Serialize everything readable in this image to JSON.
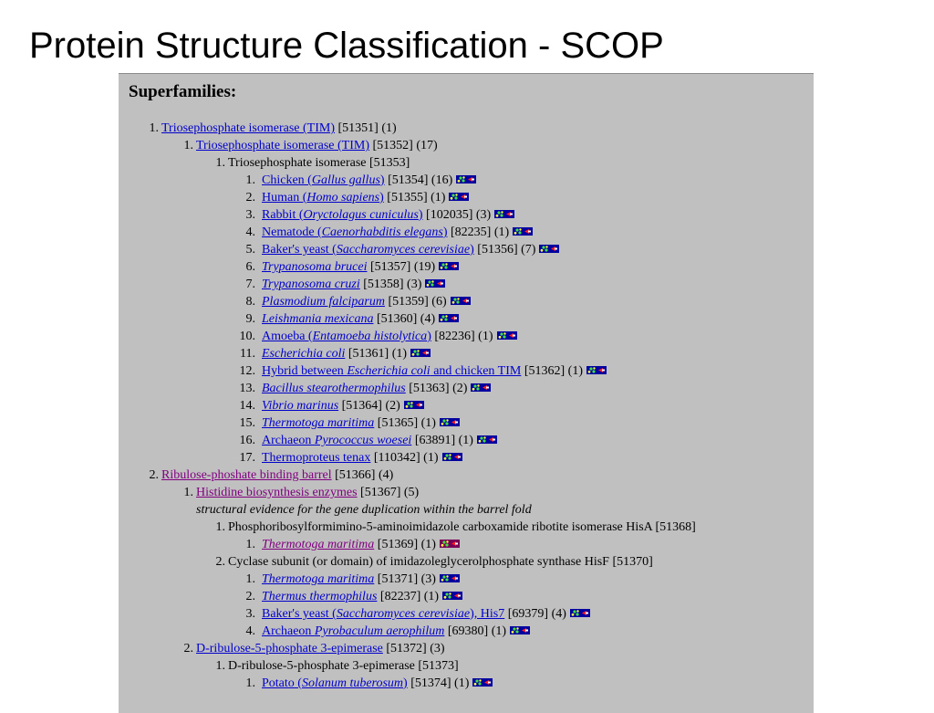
{
  "slide_title": "Protein Structure Classification - SCOP",
  "panel": {
    "heading": "Superfamilies:",
    "rows": [
      {
        "level": 0,
        "num": "1.",
        "parts": [
          {
            "t": "Triosephosphate isomerase (TIM)",
            "link": true
          }
        ],
        "tail": " [51351] (1)"
      },
      {
        "level": 1,
        "num": "1.",
        "parts": [
          {
            "t": "Triosephosphate isomerase (TIM)",
            "link": true
          }
        ],
        "tail": " [51352] (17)"
      },
      {
        "level": 2,
        "num": "1.",
        "parts": [
          {
            "t": "Triosephosphate isomerase [51353]"
          }
        ],
        "tail": ""
      },
      {
        "level": 3,
        "num": "1.",
        "parts": [
          {
            "t": "Chicken (",
            "link": true
          },
          {
            "t": "Gallus gallus",
            "link": true,
            "i": true
          },
          {
            "t": ")",
            "link": true
          }
        ],
        "tail": " [51354] (16)",
        "icon": true
      },
      {
        "level": 3,
        "num": "2.",
        "parts": [
          {
            "t": "Human (",
            "link": true
          },
          {
            "t": "Homo sapiens",
            "link": true,
            "i": true
          },
          {
            "t": ")",
            "link": true
          }
        ],
        "tail": " [51355] (1)",
        "icon": true
      },
      {
        "level": 3,
        "num": "3.",
        "parts": [
          {
            "t": "Rabbit (",
            "link": true
          },
          {
            "t": "Oryctolagus cuniculus",
            "link": true,
            "i": true
          },
          {
            "t": ")",
            "link": true
          }
        ],
        "tail": " [102035] (3)",
        "icon": true
      },
      {
        "level": 3,
        "num": "4.",
        "parts": [
          {
            "t": "Nematode (",
            "link": true
          },
          {
            "t": "Caenorhabditis elegans",
            "link": true,
            "i": true
          },
          {
            "t": ")",
            "link": true
          }
        ],
        "tail": " [82235] (1)",
        "icon": true
      },
      {
        "level": 3,
        "num": "5.",
        "parts": [
          {
            "t": "Baker's yeast (",
            "link": true
          },
          {
            "t": "Saccharomyces cerevisiae",
            "link": true,
            "i": true
          },
          {
            "t": ")",
            "link": true
          }
        ],
        "tail": " [51356] (7)",
        "icon": true
      },
      {
        "level": 3,
        "num": "6.",
        "parts": [
          {
            "t": "Trypanosoma brucei",
            "link": true,
            "i": true
          }
        ],
        "tail": " [51357] (19)",
        "icon": true
      },
      {
        "level": 3,
        "num": "7.",
        "parts": [
          {
            "t": "Trypanosoma cruzi",
            "link": true,
            "i": true
          }
        ],
        "tail": " [51358] (3)",
        "icon": true
      },
      {
        "level": 3,
        "num": "8.",
        "parts": [
          {
            "t": "Plasmodium falciparum",
            "link": true,
            "i": true
          }
        ],
        "tail": " [51359] (6)",
        "icon": true
      },
      {
        "level": 3,
        "num": "9.",
        "parts": [
          {
            "t": "Leishmania mexicana",
            "link": true,
            "i": true
          }
        ],
        "tail": " [51360] (4)",
        "icon": true
      },
      {
        "level": 3,
        "num": "10.",
        "parts": [
          {
            "t": "Amoeba (",
            "link": true
          },
          {
            "t": "Entamoeba histolytica",
            "link": true,
            "i": true
          },
          {
            "t": ")",
            "link": true
          }
        ],
        "tail": " [82236] (1)",
        "icon": true
      },
      {
        "level": 3,
        "num": "11.",
        "parts": [
          {
            "t": "Escherichia coli",
            "link": true,
            "i": true
          }
        ],
        "tail": " [51361] (1)",
        "icon": true
      },
      {
        "level": 3,
        "num": "12.",
        "parts": [
          {
            "t": "Hybrid between ",
            "link": true
          },
          {
            "t": "Escherichia coli",
            "link": true,
            "i": true
          },
          {
            "t": " and chicken TIM",
            "link": true
          }
        ],
        "tail": " [51362] (1)",
        "icon": true
      },
      {
        "level": 3,
        "num": "13.",
        "parts": [
          {
            "t": "Bacillus stearothermophilus",
            "link": true,
            "i": true
          }
        ],
        "tail": " [51363] (2)",
        "icon": true
      },
      {
        "level": 3,
        "num": "14.",
        "parts": [
          {
            "t": "Vibrio marinus",
            "link": true,
            "i": true
          }
        ],
        "tail": " [51364] (2)",
        "icon": true
      },
      {
        "level": 3,
        "num": "15.",
        "parts": [
          {
            "t": "Thermotoga maritima",
            "link": true,
            "i": true
          }
        ],
        "tail": " [51365] (1)",
        "icon": true
      },
      {
        "level": 3,
        "num": "16.",
        "parts": [
          {
            "t": "Archaeon ",
            "link": true
          },
          {
            "t": "Pyrococcus woesei",
            "link": true,
            "i": true
          }
        ],
        "tail": " [63891] (1)",
        "icon": true
      },
      {
        "level": 3,
        "num": "17.",
        "parts": [
          {
            "t": "Thermoproteus tenax",
            "link": true
          }
        ],
        "tail": " [110342] (1)",
        "icon": true
      },
      {
        "level": 0,
        "num": "2.",
        "parts": [
          {
            "t": "Ribulose-phoshate binding barrel",
            "link": true,
            "visited": true
          }
        ],
        "tail": " [51366] (4)"
      },
      {
        "level": 1,
        "num": "1.",
        "parts": [
          {
            "t": "Histidine biosynthesis enzymes",
            "link": true,
            "visited": true
          }
        ],
        "tail": " [51367] (5)"
      },
      {
        "level": 1,
        "num": "",
        "note": true,
        "parts": [
          {
            "t": "structural evidence for the gene duplication within the barrel fold"
          }
        ],
        "tail": ""
      },
      {
        "level": 2,
        "num": "1.",
        "parts": [
          {
            "t": "Phosphoribosylformimino-5-aminoimidazole carboxamide ribotite isomerase HisA [51368]"
          }
        ],
        "tail": ""
      },
      {
        "level": 3,
        "num": "1.",
        "parts": [
          {
            "t": "Thermotoga maritima",
            "link": true,
            "i": true,
            "visited": true
          }
        ],
        "tail": " [51369] (1)",
        "icon": true,
        "icon_visited": true
      },
      {
        "level": 2,
        "num": "2.",
        "parts": [
          {
            "t": "Cyclase subunit (or domain) of imidazoleglycerolphosphate synthase HisF [51370]"
          }
        ],
        "tail": ""
      },
      {
        "level": 3,
        "num": "1.",
        "parts": [
          {
            "t": "Thermotoga maritima",
            "link": true,
            "i": true
          }
        ],
        "tail": " [51371] (3)",
        "icon": true
      },
      {
        "level": 3,
        "num": "2.",
        "parts": [
          {
            "t": "Thermus thermophilus",
            "link": true,
            "i": true
          }
        ],
        "tail": " [82237] (1)",
        "icon": true
      },
      {
        "level": 3,
        "num": "3.",
        "parts": [
          {
            "t": "Baker's yeast (",
            "link": true
          },
          {
            "t": "Saccharomyces cerevisiae",
            "link": true,
            "i": true
          },
          {
            "t": "), His7",
            "link": true
          }
        ],
        "tail": " [69379] (4)",
        "icon": true
      },
      {
        "level": 3,
        "num": "4.",
        "parts": [
          {
            "t": "Archaeon ",
            "link": true
          },
          {
            "t": "Pyrobaculum aerophilum",
            "link": true,
            "i": true
          }
        ],
        "tail": " [69380] (1)",
        "icon": true
      },
      {
        "level": 1,
        "num": "2.",
        "parts": [
          {
            "t": "D-ribulose-5-phosphate 3-epimerase",
            "link": true
          }
        ],
        "tail": " [51372] (3)"
      },
      {
        "level": 2,
        "num": "1.",
        "parts": [
          {
            "t": "D-ribulose-5-phosphate 3-epimerase [51373]"
          }
        ],
        "tail": ""
      },
      {
        "level": 3,
        "num": "1.",
        "parts": [
          {
            "t": "Potato (",
            "link": true
          },
          {
            "t": "Solanum tuberosum",
            "link": true,
            "i": true
          },
          {
            "t": ")",
            "link": true
          }
        ],
        "tail": " [51374] (1)",
        "icon": true
      }
    ]
  },
  "colors": {
    "panel_bg": "#c0c0c0",
    "link": "#0000cc",
    "link_visited": "#800080",
    "icon_bg": "#0000a0",
    "icon_bg_visited": "#7a0055"
  },
  "icons": {
    "structure_view": "protein-structure-view-icon"
  }
}
